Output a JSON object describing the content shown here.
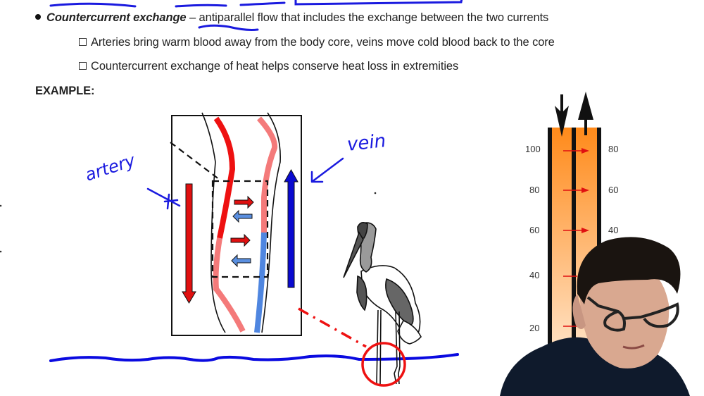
{
  "slide": {
    "bullet": {
      "term": "Countercurrent exchange",
      "dash": " – ",
      "underlined_word": "antiparallel",
      "rest": " flow that includes the exchange between the two currents"
    },
    "sub_bullets": [
      "Arteries bring warm blood away from the body core, veins move cold blood back to the core",
      "Countercurrent exchange of heat helps conserve heat loss in extremities"
    ],
    "example_label": "EXAMPLE:"
  },
  "annotations": {
    "artery_label": "artery",
    "vein_label": "vein",
    "ink_color": "#1a1adf"
  },
  "diagram": {
    "colors": {
      "artery_warm": "#ee1111",
      "artery_cool": "#f47a7a",
      "vein_cold": "#4f86e0",
      "vein_arrow": "#0a0ad0",
      "heat_arrow_red": "#e01010",
      "heat_arrow_blue": "#5a8fe0",
      "water": "#0a0ae0",
      "leg_circle": "#ee1111"
    }
  },
  "thermometer": {
    "left_labels": [
      "100",
      "80",
      "60",
      "40",
      "20"
    ],
    "right_labels": [
      "80",
      "60",
      "40"
    ],
    "gradient_top": "#ff8a1a",
    "gradient_bottom": "#ffe6cc"
  },
  "webcam": {
    "description": "presenter webcam overlay"
  }
}
